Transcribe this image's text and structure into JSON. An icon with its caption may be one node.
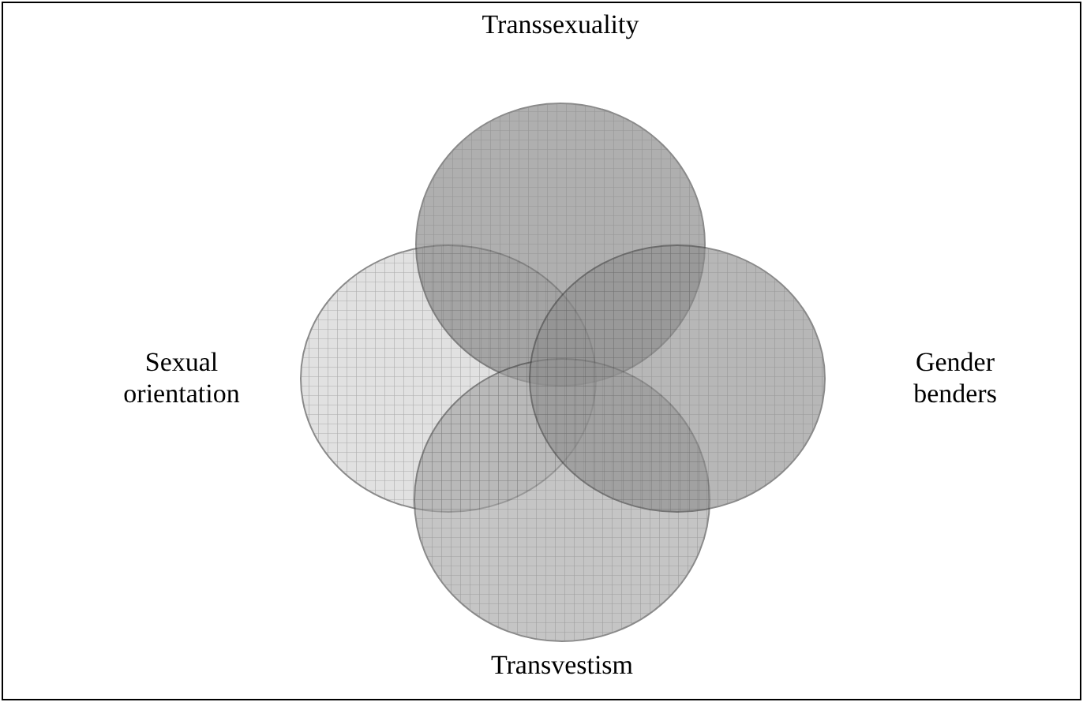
{
  "diagram": {
    "nodes": [
      {
        "text": [
          "Transsexuality"
        ]
      },
      {
        "text": [
          "Sexual orientation"
        ]
      },
      {
        "text": [
          "Gender benders"
        ]
      },
      {
        "text": [
          "Transvestism"
        ]
      }
    ]
  }
}
